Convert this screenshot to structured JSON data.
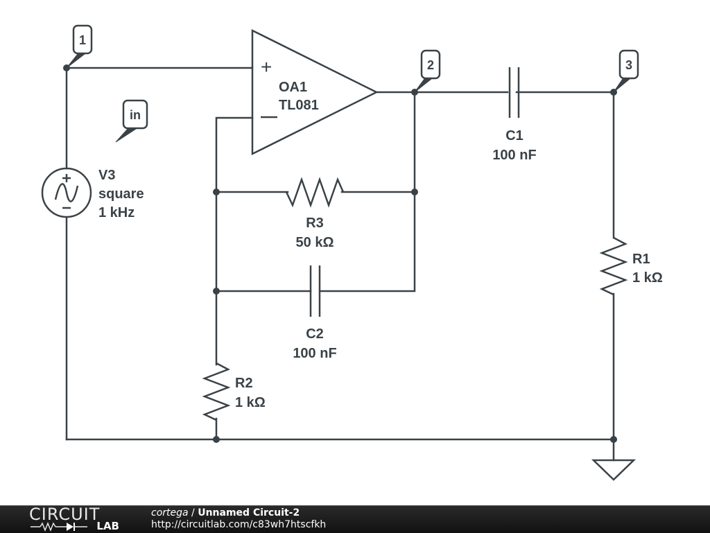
{
  "schematic": {
    "nodes": [
      {
        "id": "1",
        "label": "1"
      },
      {
        "id": "2",
        "label": "2"
      },
      {
        "id": "3",
        "label": "3"
      },
      {
        "id": "in",
        "label": "in"
      }
    ],
    "components": {
      "opamp": {
        "name": "OA1",
        "part": "TL081",
        "plus": "+",
        "minus": "—"
      },
      "source": {
        "name": "V3",
        "type": "square",
        "freq": "1 kHz"
      },
      "c1": {
        "name": "C1",
        "value": "100 nF"
      },
      "c2": {
        "name": "C2",
        "value": "100 nF"
      },
      "r1": {
        "name": "R1",
        "value": "1 kΩ"
      },
      "r2": {
        "name": "R2",
        "value": "1 kΩ"
      },
      "r3": {
        "name": "R3",
        "value": "50 kΩ"
      }
    },
    "colors": {
      "wire": "#3a4247",
      "background": "#ffffff"
    }
  },
  "footer": {
    "logo_top": "CIRCUIT",
    "logo_bottom": "LAB",
    "author": "cortega",
    "separator": " / ",
    "title": "Unnamed Circuit-2",
    "url": "http://circuitlab.com/c83wh7htscfkh"
  }
}
